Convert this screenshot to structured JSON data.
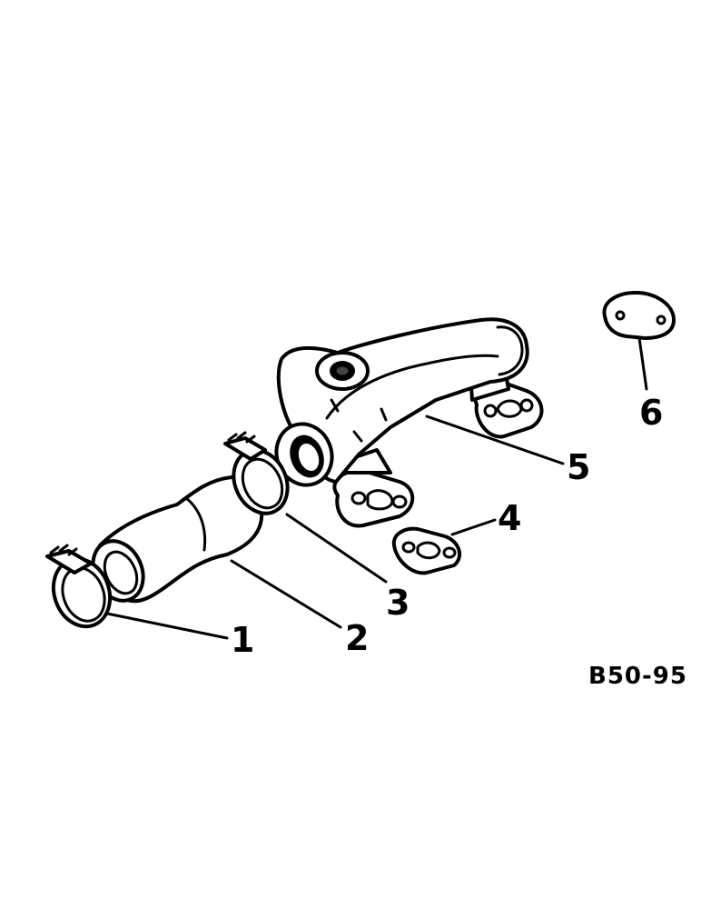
{
  "callouts": {
    "c1": "1",
    "c2": "2",
    "c3": "3",
    "c4": "4",
    "c5": "5",
    "c6": "6"
  },
  "figure_ref": "B50-95",
  "colors": {
    "line": "#000000",
    "background": "#ffffff"
  }
}
